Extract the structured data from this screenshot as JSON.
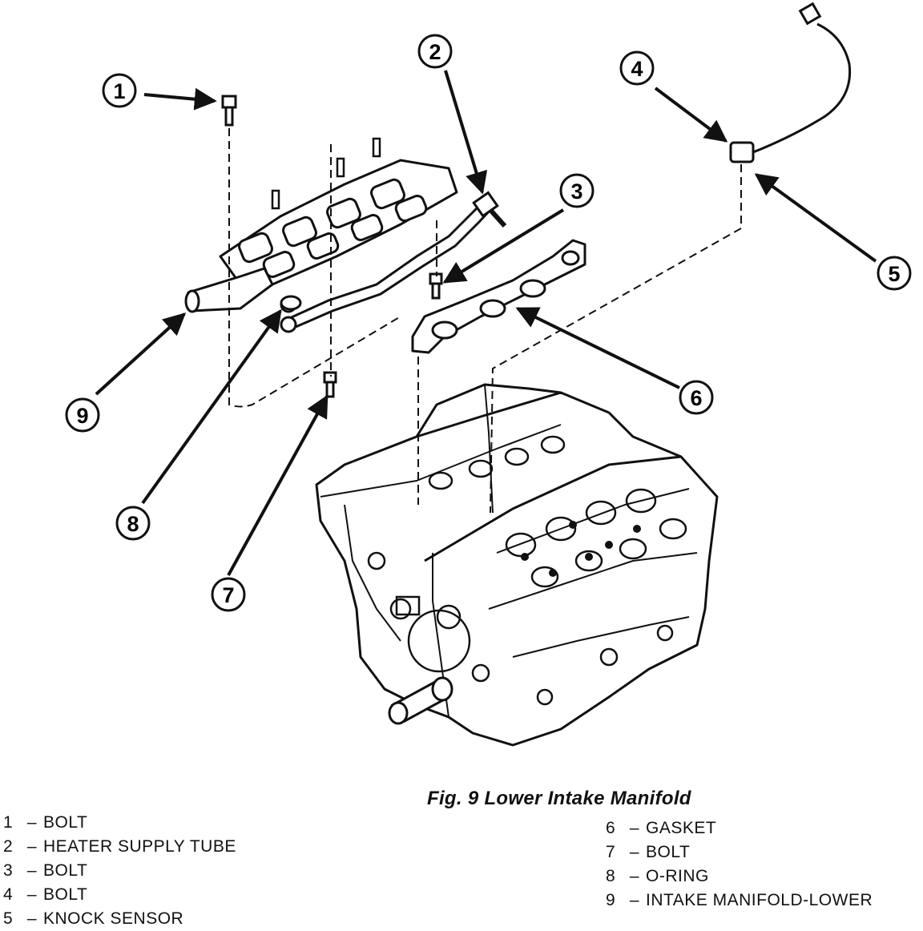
{
  "figure": {
    "caption": "Fig. 9 Lower Intake Manifold"
  },
  "callouts": [
    {
      "id": "1",
      "label": "1"
    },
    {
      "id": "2",
      "label": "2"
    },
    {
      "id": "3",
      "label": "3"
    },
    {
      "id": "4",
      "label": "4"
    },
    {
      "id": "5",
      "label": "5"
    },
    {
      "id": "6",
      "label": "6"
    },
    {
      "id": "7",
      "label": "7"
    },
    {
      "id": "8",
      "label": "8"
    },
    {
      "id": "9",
      "label": "9"
    }
  ],
  "legend": {
    "left": [
      {
        "num": "1",
        "dash": "–",
        "text": "BOLT"
      },
      {
        "num": "2",
        "dash": "–",
        "text": "HEATER SUPPLY TUBE"
      },
      {
        "num": "3",
        "dash": "–",
        "text": "BOLT"
      },
      {
        "num": "4",
        "dash": "–",
        "text": "BOLT"
      },
      {
        "num": "5",
        "dash": "–",
        "text": "KNOCK SENSOR"
      }
    ],
    "right": [
      {
        "num": "6",
        "dash": "–",
        "text": "GASKET"
      },
      {
        "num": "7",
        "dash": "–",
        "text": "BOLT"
      },
      {
        "num": "8",
        "dash": "–",
        "text": "O-RING"
      },
      {
        "num": "9",
        "dash": "–",
        "text": "INTAKE MANIFOLD-LOWER"
      }
    ]
  }
}
